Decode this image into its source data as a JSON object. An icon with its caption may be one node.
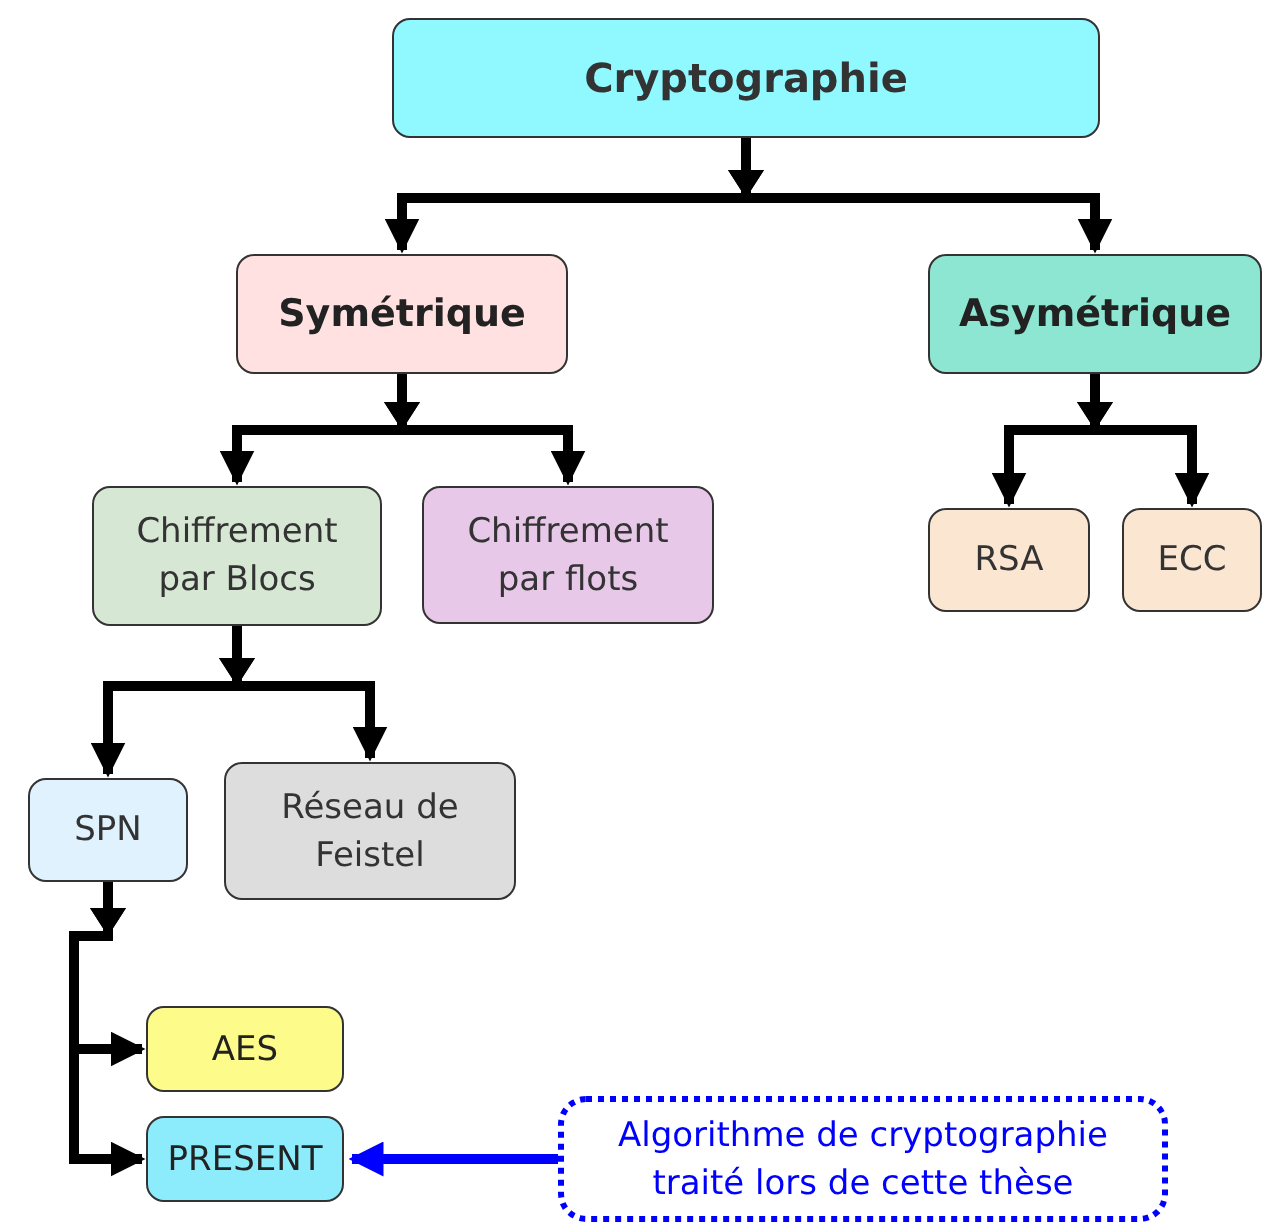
{
  "diagram": {
    "nodes": [
      {
        "text": [
          "Cryptographie"
        ]
      },
      {
        "text": [
          "Symétrique"
        ]
      },
      {
        "text": [
          "Asymétrique"
        ]
      },
      {
        "text": [
          "Chiffrement par Blocs"
        ]
      },
      {
        "text": [
          "Chiffrement par flots"
        ]
      },
      {
        "text": [
          "RSA"
        ]
      },
      {
        "text": [
          "ECC"
        ]
      },
      {
        "text": [
          "SPN"
        ]
      },
      {
        "text": [
          "Réseau de Feistel"
        ]
      },
      {
        "text": [
          "AES"
        ]
      },
      {
        "text": [
          "PRESENT"
        ]
      },
      {
        "text": [
          "Algorithme de cryptographie traité lors de cette thèse"
        ]
      }
    ],
    "edges": [
      {
        "from": 0,
        "to": 1,
        "arrow": "to"
      },
      {
        "from": 0,
        "to": 2,
        "arrow": "to"
      },
      {
        "from": 1,
        "to": 3,
        "arrow": "to"
      },
      {
        "from": 1,
        "to": 4,
        "arrow": "to"
      },
      {
        "from": 2,
        "to": 5,
        "arrow": "to"
      },
      {
        "from": 2,
        "to": 6,
        "arrow": "to"
      },
      {
        "from": 3,
        "to": 7,
        "arrow": "to"
      },
      {
        "from": 3,
        "to": 8,
        "arrow": "to"
      },
      {
        "from": 7,
        "to": 9,
        "arrow": "to"
      },
      {
        "from": 7,
        "to": 10,
        "arrow": "to"
      },
      {
        "from": 11,
        "to": 10,
        "arrow": "to",
        "color": "#0000ff"
      }
    ]
  }
}
